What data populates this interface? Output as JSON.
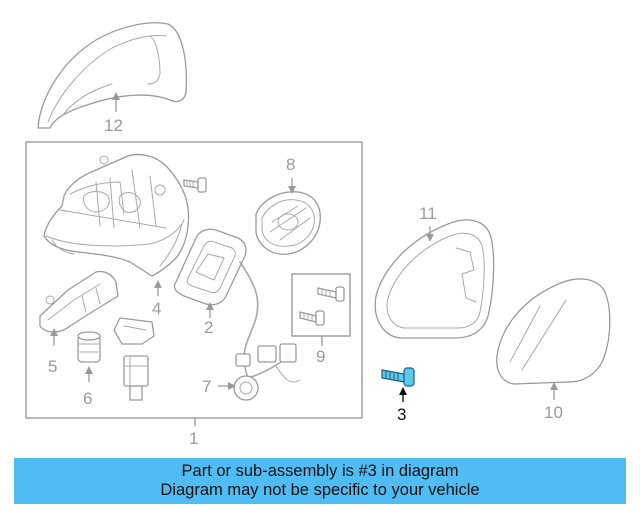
{
  "diagram": {
    "callouts": {
      "c1": "1",
      "c2": "2",
      "c3": "3",
      "c4": "4",
      "c5": "5",
      "c6": "6",
      "c7": "7",
      "c8": "8",
      "c9": "9",
      "c10": "10",
      "c11": "11",
      "c12": "12"
    },
    "highlighted_callout": "3",
    "highlight_color": "#5ec8ef"
  },
  "banner": {
    "line1": "Part or sub-assembly is #3 in diagram",
    "line2": "Diagram may not be specific to your vehicle",
    "background": "#4fbcf3"
  }
}
